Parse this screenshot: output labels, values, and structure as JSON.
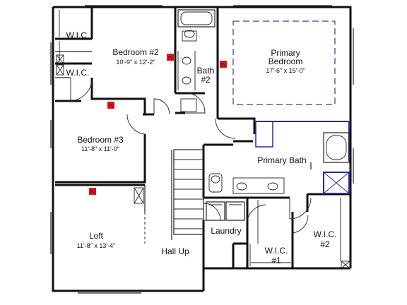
{
  "rooms": [
    {
      "id": "wic-top",
      "name": "W.I.C.",
      "dims": ""
    },
    {
      "id": "wic-mid",
      "name": "W.I.C.",
      "dims": ""
    },
    {
      "id": "bedroom2",
      "name": "Bedroom #2",
      "dims": "10'-9\" x 12'-2\""
    },
    {
      "id": "bath2",
      "name": "Bath",
      "name2": "#2",
      "dims": ""
    },
    {
      "id": "primary-bedroom",
      "name": "Primary",
      "name2": "Bedroom",
      "dims": "17'-6\" x 15'-0\""
    },
    {
      "id": "bedroom3",
      "name": "Bedroom #3",
      "dims": "11'-8\" x 11'-0\""
    },
    {
      "id": "primary-bath",
      "name": "Primary Bath",
      "dims": ""
    },
    {
      "id": "loft",
      "name": "Loft",
      "dims": "11'-8\" x 13'-4\""
    },
    {
      "id": "laundry",
      "name": "Laundry",
      "dims": ""
    },
    {
      "id": "hall",
      "name": "Hall Up",
      "dims": ""
    },
    {
      "id": "wic1",
      "name": "W.I.C.",
      "name2": "#1",
      "dims": ""
    },
    {
      "id": "wic2",
      "name": "W.I.C.",
      "name2": "#2",
      "dims": ""
    }
  ],
  "tv_marker": "TV",
  "colors": {
    "wall": "#111111",
    "marker": "#e0141e",
    "highlight": "#2a2aa8",
    "ceiling": "#3a3a8a"
  }
}
